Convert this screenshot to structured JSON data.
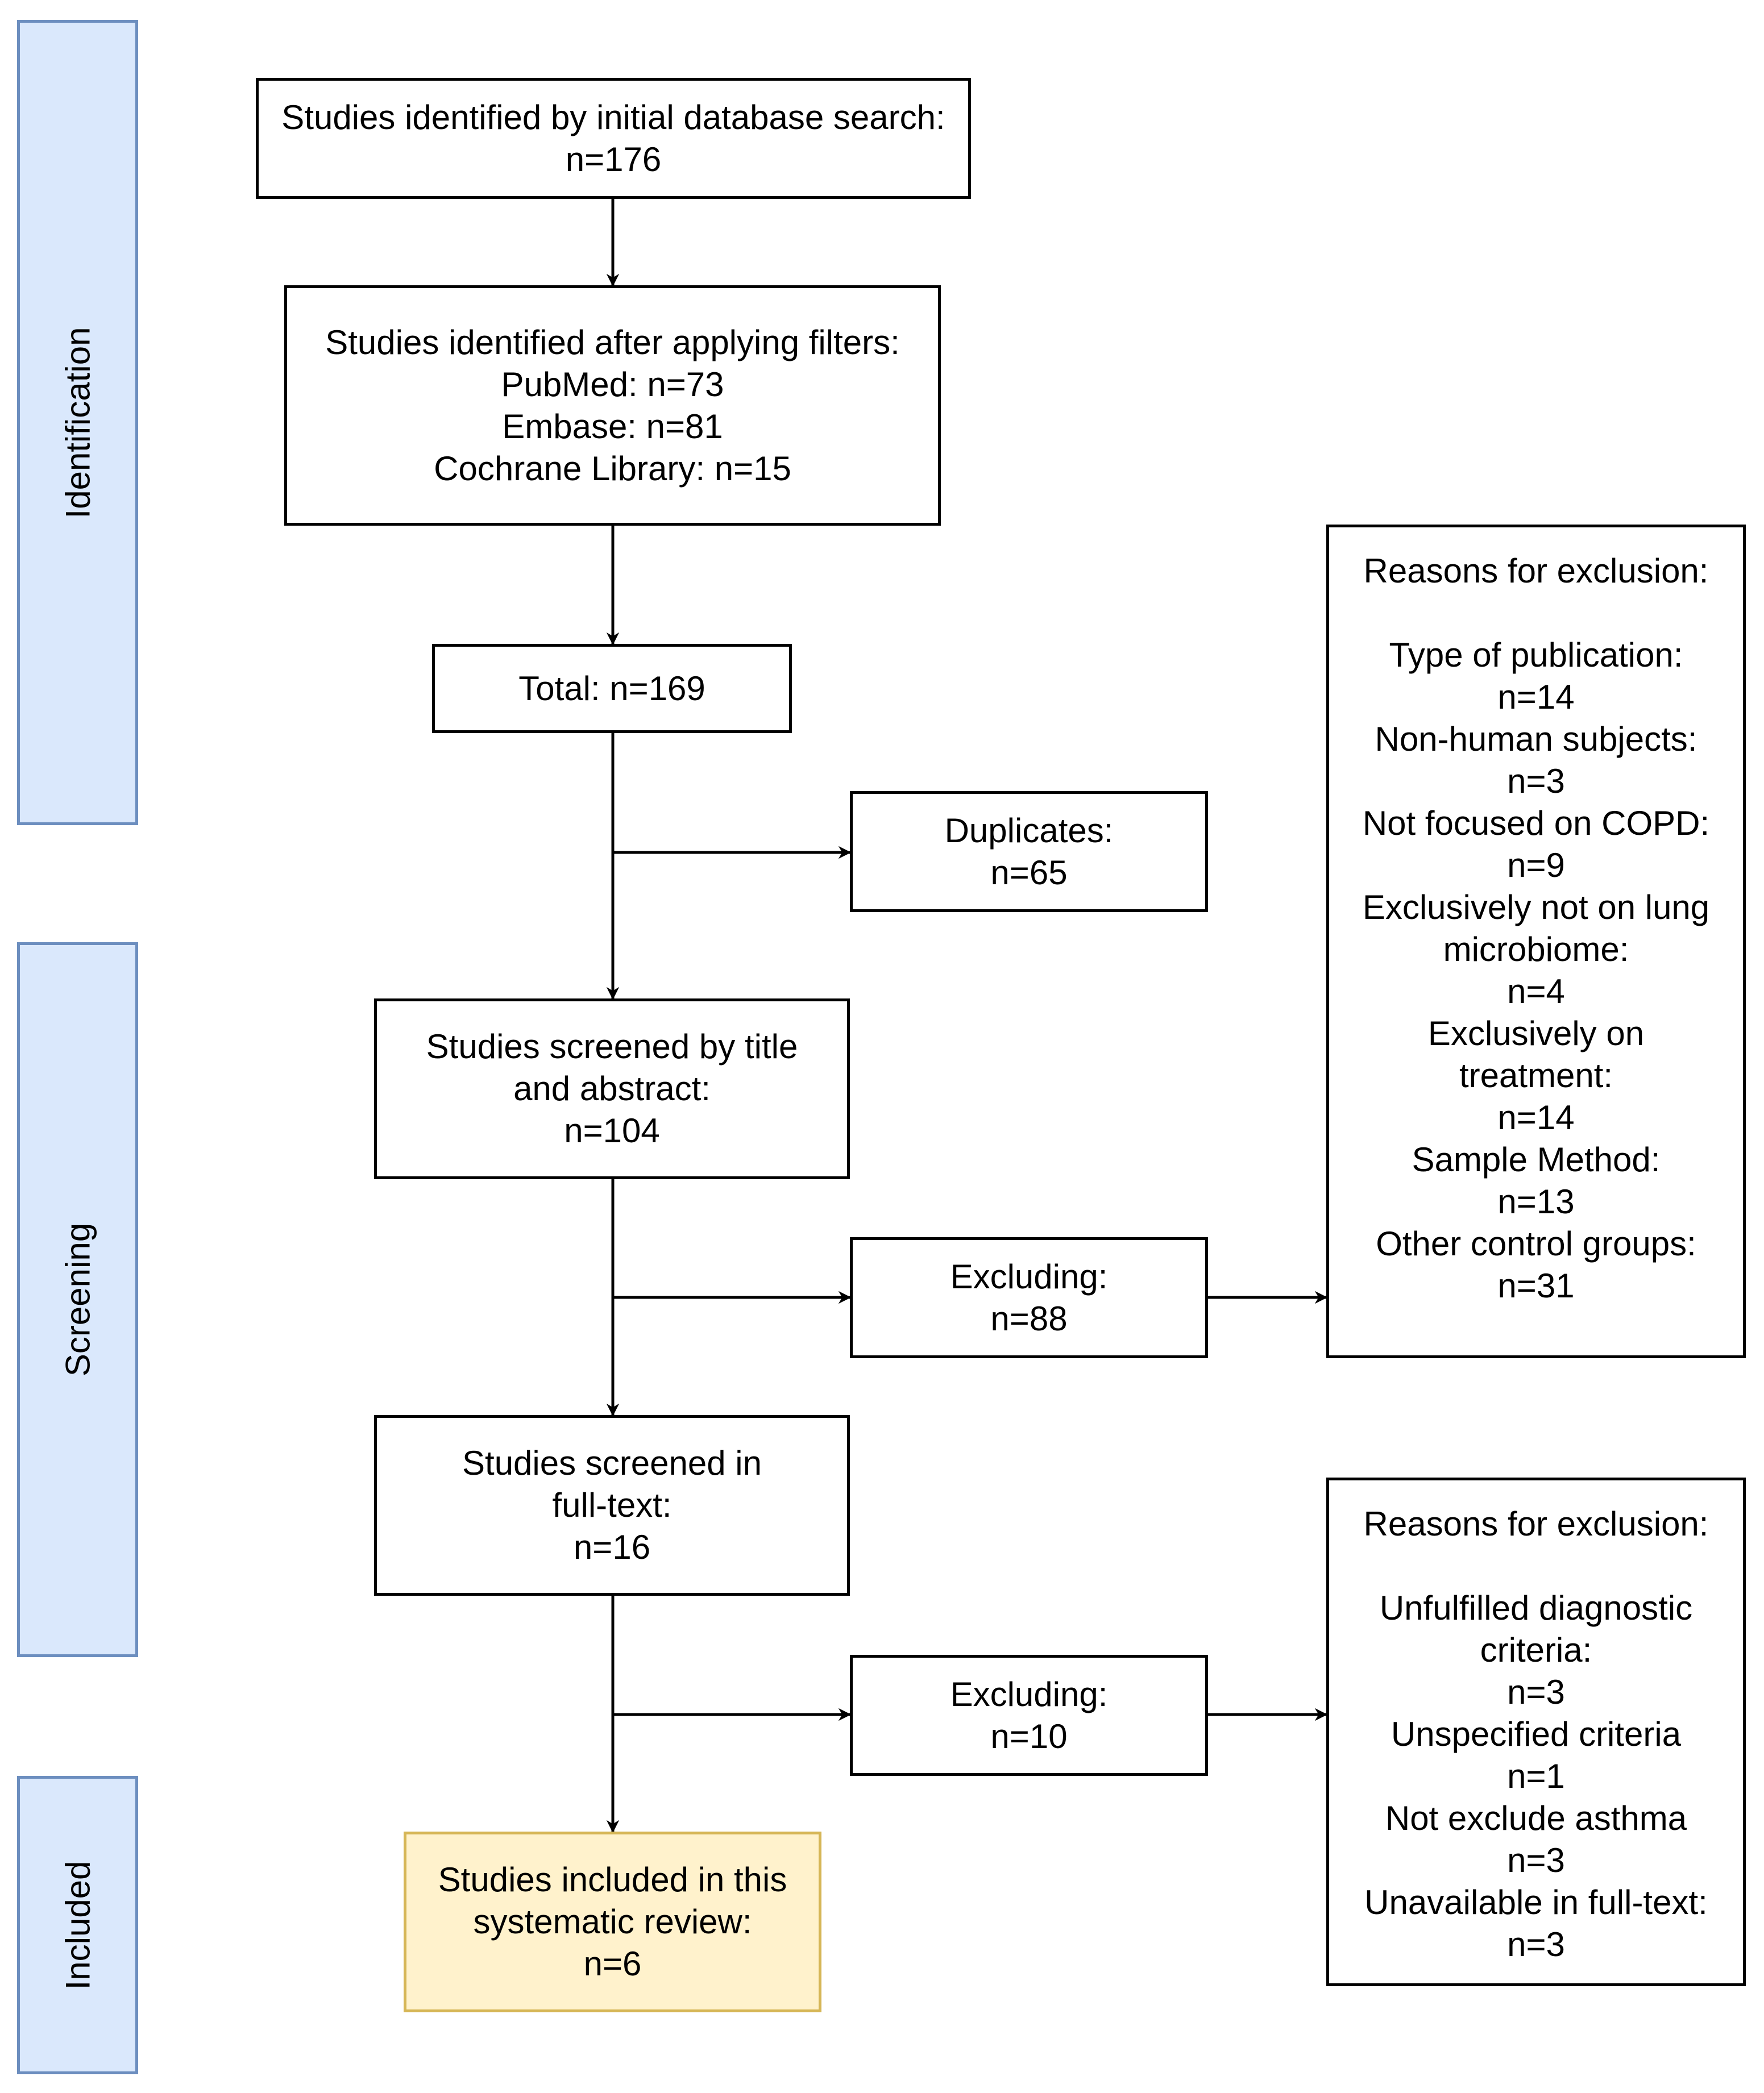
{
  "phases": {
    "identification": "Identification",
    "screening": "Screening",
    "included": "Included"
  },
  "boxes": {
    "initial_search": {
      "lines": [
        "Studies identified by initial database search:",
        "n=176"
      ]
    },
    "after_filters": {
      "lines": [
        "Studies identified after applying filters:",
        "PubMed: n=73",
        "Embase: n=81",
        "Cochrane Library: n=15"
      ]
    },
    "total": {
      "lines": [
        "Total: n=169"
      ]
    },
    "duplicates": {
      "lines": [
        "Duplicates:",
        "n=65"
      ]
    },
    "title_abstract": {
      "lines": [
        "Studies screened by title",
        "and abstract:",
        "n=104"
      ]
    },
    "excluding_1": {
      "lines": [
        "Excluding:",
        "n=88"
      ]
    },
    "reasons_1": {
      "heading": "Reasons for exclusion:",
      "lines": [
        "Type of publication:",
        "n=14",
        "Non-human subjects:",
        "n=3",
        "Not focused on COPD:",
        "n=9",
        "Exclusively not on lung",
        "microbiome:",
        "n=4",
        "Exclusively on",
        "treatment:",
        "n=14",
        "Sample Method:",
        "n=13",
        "Other control groups:",
        "n=31"
      ]
    },
    "full_text": {
      "lines": [
        "Studies screened in",
        "full-text:",
        "n=16"
      ]
    },
    "excluding_2": {
      "lines": [
        "Excluding:",
        "n=10"
      ]
    },
    "reasons_2": {
      "heading": "Reasons for exclusion:",
      "lines": [
        "Unfulfilled diagnostic",
        "criteria:",
        "n=3",
        "Unspecified criteria",
        "n=1",
        "Not exclude asthma",
        "n=3",
        "Unavailable in full-text:",
        "n=3"
      ]
    },
    "included": {
      "lines": [
        "Studies included in this",
        "systematic review:",
        "n=6"
      ]
    }
  },
  "colors": {
    "phase_fill": "#dae8fc",
    "phase_border": "#6c8ebf",
    "final_fill": "#fff2cc",
    "final_border": "#d6b656"
  }
}
